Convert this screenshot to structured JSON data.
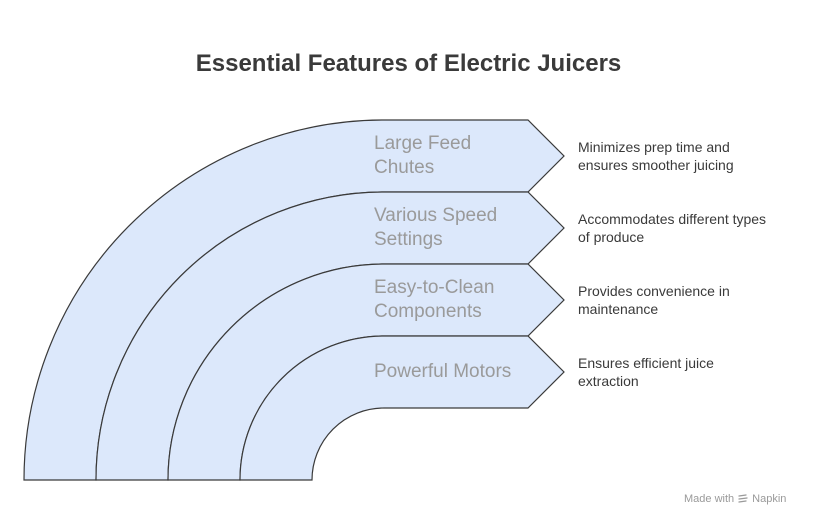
{
  "title": "Essential Features of Electric Juicers",
  "bands": [
    {
      "label": "Large Feed Chutes",
      "line1": "Large Feed",
      "line2": "Chutes",
      "description_line1": "Minimizes prep time and",
      "description_line2": "ensures smoother juicing"
    },
    {
      "label": "Various Speed Settings",
      "line1": "Various Speed",
      "line2": "Settings",
      "description_line1": "Accommodates different types",
      "description_line2": "of produce"
    },
    {
      "label": "Easy-to-Clean Components",
      "line1": "Easy-to-Clean",
      "line2": "Components",
      "description_line1": "Provides convenience in",
      "description_line2": "maintenance"
    },
    {
      "label": "Powerful Motors",
      "line1": "Powerful Motors",
      "line2": "",
      "description_line1": "Ensures efficient juice",
      "description_line2": "extraction"
    }
  ],
  "colors": {
    "band_fill": "#dce8fb",
    "band_stroke": "#3a3a3a",
    "title": "#3a3a3a"
  },
  "footer": {
    "made_with": "Made with",
    "brand": "Napkin",
    "icon": "napkin-logo-icon"
  }
}
